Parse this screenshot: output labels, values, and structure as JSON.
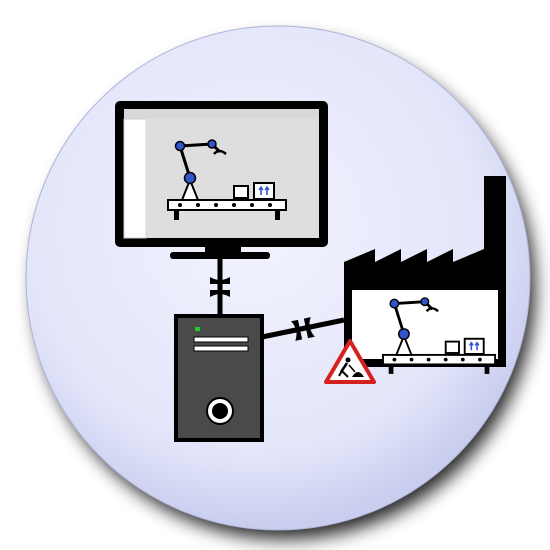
{
  "diagram": {
    "colors": {
      "background_circle_center": "#f2f3fe",
      "background_circle_edge": "#ccd0ee",
      "outline": "#000000",
      "screen_content": "#dedede",
      "device_body": "#4a4a4a",
      "robot_joint": "#3355cc",
      "warning_red": "#d62020",
      "power_led": "#22cc33"
    },
    "nodes": [
      {
        "id": "monitor",
        "icon": "monitor-icon",
        "shows": "robot-conveyor-simulation"
      },
      {
        "id": "computer",
        "icon": "desktop-tower-icon"
      },
      {
        "id": "factory",
        "icon": "factory-icon",
        "contains": "robot-conveyor-cell"
      },
      {
        "id": "warning",
        "icon": "construction-warning-sign-icon"
      }
    ],
    "links": [
      {
        "from": "monitor",
        "to": "computer",
        "icon": "plug-connector-icon"
      },
      {
        "from": "computer",
        "to": "factory",
        "icon": "plug-connector-icon"
      }
    ]
  }
}
